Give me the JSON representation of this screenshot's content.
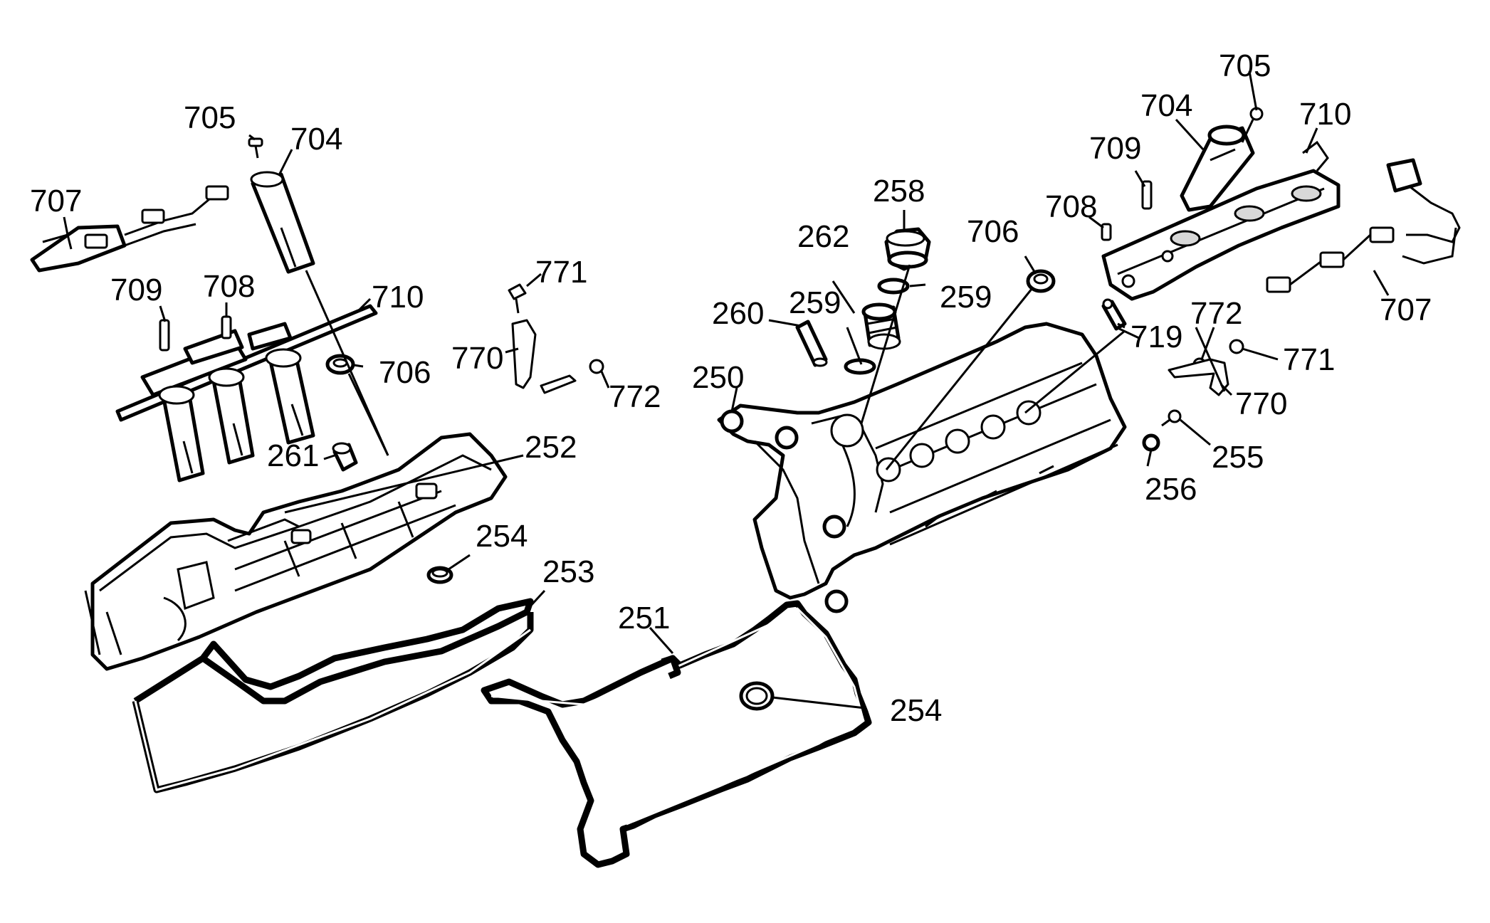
{
  "callouts": {
    "left_705": "705",
    "left_704": "704",
    "left_707": "707",
    "left_709": "709",
    "left_708": "708",
    "left_710": "710",
    "left_706": "706",
    "left_771": "771",
    "left_770": "770",
    "left_772": "772",
    "left_261": "261",
    "left_252": "252",
    "left_254": "254",
    "left_253": "253",
    "center_251": "251",
    "center_254": "254",
    "center_258": "258",
    "center_262": "262",
    "center_259a": "259",
    "center_259b": "259",
    "center_260": "260",
    "center_706": "706",
    "center_250": "250",
    "right_705": "705",
    "right_704": "704",
    "right_709": "709",
    "right_708": "708",
    "right_710": "710",
    "right_707": "707",
    "right_719": "719",
    "right_772": "772",
    "right_771": "771",
    "right_770": "770",
    "right_255": "255",
    "right_256": "256"
  }
}
